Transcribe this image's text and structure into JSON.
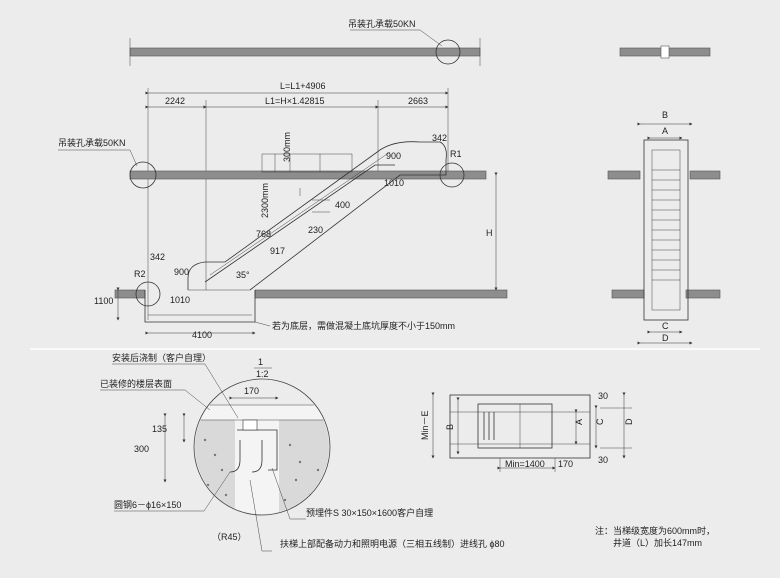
{
  "top": {
    "lifting_hole_top": "吊装孔承载50KN"
  },
  "side": {
    "lifting_hole_left": "吊装孔承载50KN",
    "L_total": "L=L1+4906",
    "L1": "L1=H×1.42815",
    "d_2242": "2242",
    "d_2663": "2663",
    "d_342_top": "342",
    "R1": "R1",
    "d_900_top": "900",
    "d_1010_top": "1010",
    "d_300mm": "300mm",
    "d_2300mm": "2300mm",
    "d_400": "400",
    "d_230": "230",
    "d_768": "768",
    "d_917": "917",
    "H": "H",
    "d_342_bot": "342",
    "R2": "R2",
    "d_900_bot": "900",
    "angle": "35°",
    "d_1010_bot": "1010",
    "d_1100": "1100",
    "d_4100": "4100",
    "pit_note": "若为底层，需做混凝土底坑厚度不小于150mm"
  },
  "front": {
    "A": "A",
    "B": "B",
    "C": "C",
    "D": "D"
  },
  "detail": {
    "cast_after": "安装后浇制（客户自理）",
    "finished_floor": "已装修的楼层表面",
    "scale_num": "1",
    "scale_den": "1:2",
    "d_170": "170",
    "d_135": "135",
    "d_300": "300",
    "rebar": "圆钢6－ϕ16×150",
    "embedded": "预埋件S 30×150×1600客户自理",
    "R45": "（R45）",
    "power": "扶梯上部配备动力和照明电源（三相五线制）进线孔 ϕ80"
  },
  "plan": {
    "min_e": "Min－E",
    "B": "B",
    "A": "A",
    "C": "C",
    "D": "D",
    "d_30_top": "30",
    "d_30_bot": "30",
    "min_1400": "Min=1400",
    "d_170": "170"
  },
  "note": {
    "line1": "注：当梯级宽度为600mm时，",
    "line2": "井道（L）加长147mm"
  }
}
